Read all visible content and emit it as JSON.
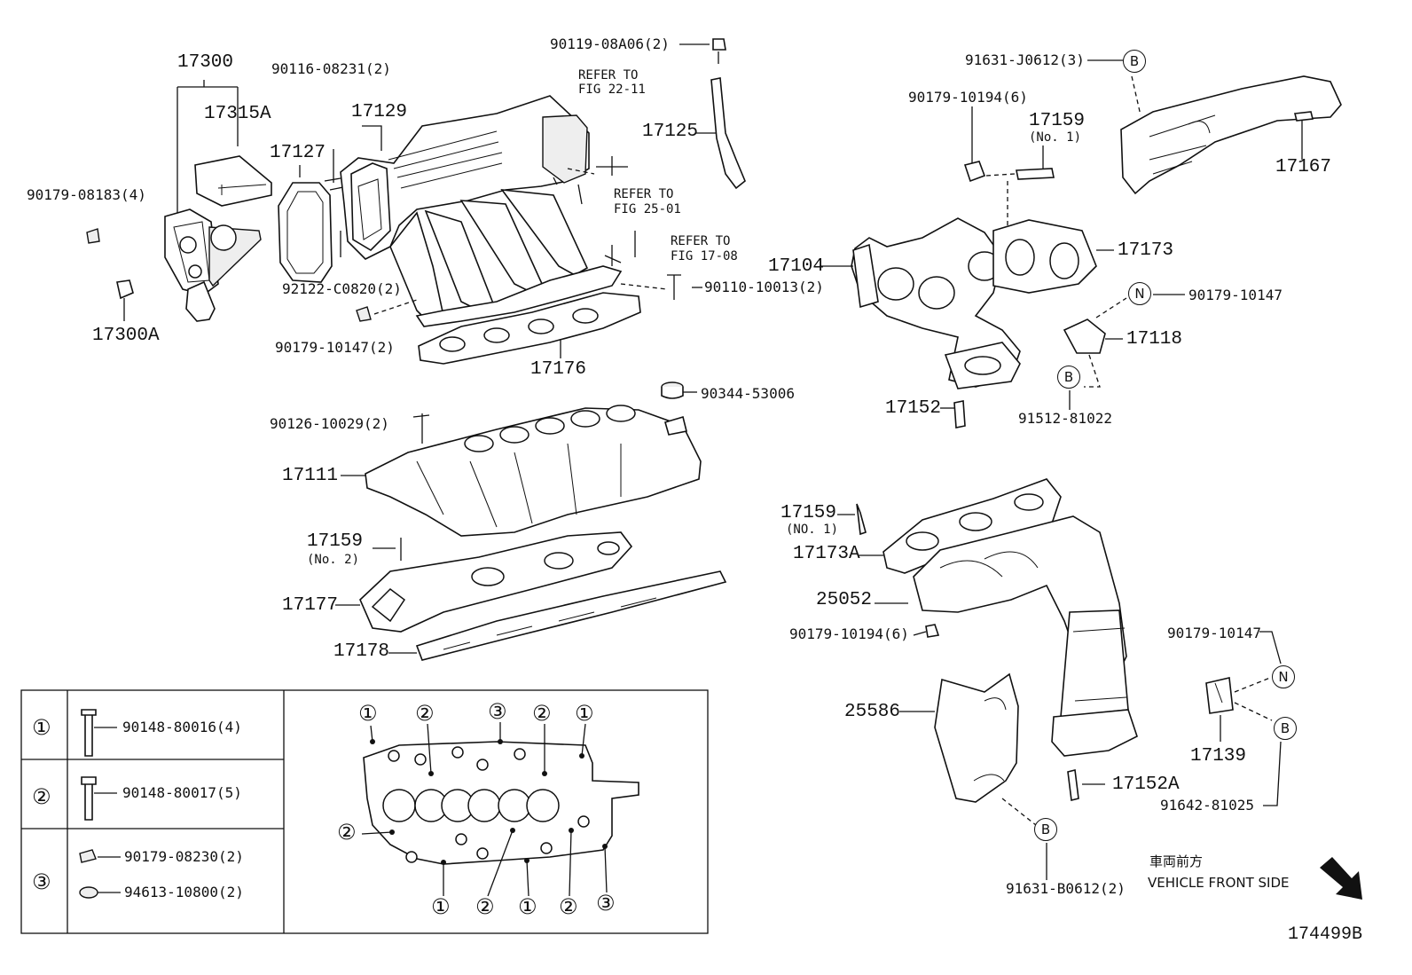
{
  "diagram_id": "174499B",
  "direction": {
    "jp": "車両前方",
    "en": "VEHICLE FRONT SIDE"
  },
  "callouts": {
    "p17300": "17300",
    "p17315A": "17315A",
    "p90179_08183": "90179-08183(4)",
    "p17300A": "17300A",
    "p90116_08231": "90116-08231(2)",
    "p17127": "17127",
    "p17129": "17129",
    "p92122_C0820": "92122-C0820(2)",
    "p90179_10147_2": "90179-10147(2)",
    "p17176": "17176",
    "p90119_08A06": "90119-08A06(2)",
    "refer_22_11_a": "REFER TO",
    "refer_22_11_b": "FIG 22-11",
    "p17125": "17125",
    "refer_25_01_a": "REFER TO",
    "refer_25_01_b": "FIG 25-01",
    "refer_17_08_a": "REFER TO",
    "refer_17_08_b": "FIG 17-08",
    "p90110_10013": "90110-10013(2)",
    "p90344_53006": "90344-53006",
    "p90126_10029": "90126-10029(2)",
    "p17111": "17111",
    "p17159_no2": "17159",
    "p17159_no2_sub": "(No. 2)",
    "p17177": "17177",
    "p17178": "17178",
    "p91631_J0612": "91631-J0612(3)",
    "p90179_10194_top": "90179-10194(6)",
    "p17159_no1_top": "17159",
    "p17159_no1_top_sub": "(No. 1)",
    "p17167": "17167",
    "p17104": "17104",
    "p17173": "17173",
    "p90179_10147_n": "90179-10147",
    "p17118": "17118",
    "p17152": "17152",
    "p91512_81022": "91512-81022",
    "p17159_no1_low": "17159",
    "p17159_no1_low_sub": "(NO. 1)",
    "p17173A": "17173A",
    "p25052": "25052",
    "p90179_10194_low": "90179-10194(6)",
    "p25586": "25586",
    "p17152A": "17152A",
    "p90179_10147_r": "90179-10147",
    "p17139": "17139",
    "p91642_81025": "91642-81025",
    "p91631_B0612": "91631-B0612(2)"
  },
  "markers": {
    "B": "B",
    "N": "N"
  },
  "legend": {
    "rows": [
      {
        "key": "①",
        "part": "90148-80016(4)"
      },
      {
        "key": "②",
        "part": "90148-80017(5)"
      },
      {
        "key": "③",
        "part_a": "90179-08230(2)",
        "part_b": "94613-10800(2)"
      }
    ],
    "top_marks": [
      "①",
      "②",
      "③",
      "②",
      "①"
    ],
    "left_mark": "②",
    "bottom_marks": [
      "①",
      "②",
      "①",
      "②",
      "③"
    ]
  }
}
